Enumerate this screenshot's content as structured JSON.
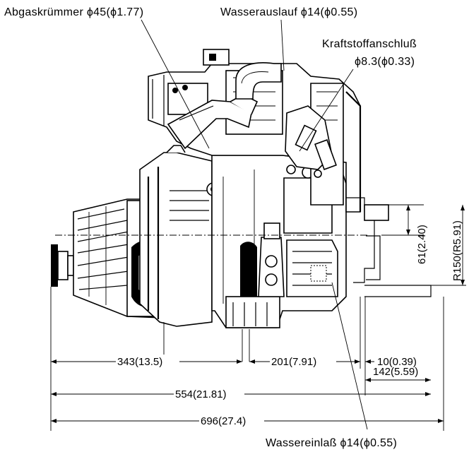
{
  "labels": {
    "exhaust": "Abgaskrümmer ϕ45(ϕ1.77)",
    "water_outlet": "Wasserauslauf ϕ14(ϕ0.55)",
    "fuel_line_1": "Kraftstoffanschluß",
    "fuel_line_2": "ϕ8.3(ϕ0.33)",
    "water_inlet": "Wassereinlaß ϕ14(ϕ0.55)"
  },
  "dimensions": {
    "d343": "343(13.5)",
    "d201": "201(7.91)",
    "d10": "10(0.39)",
    "d142": "142(5.59)",
    "d554": "554(21.81)",
    "d696": "696(27.4)",
    "d61": "61(2.40)",
    "r150": "R150(R5.91)"
  }
}
